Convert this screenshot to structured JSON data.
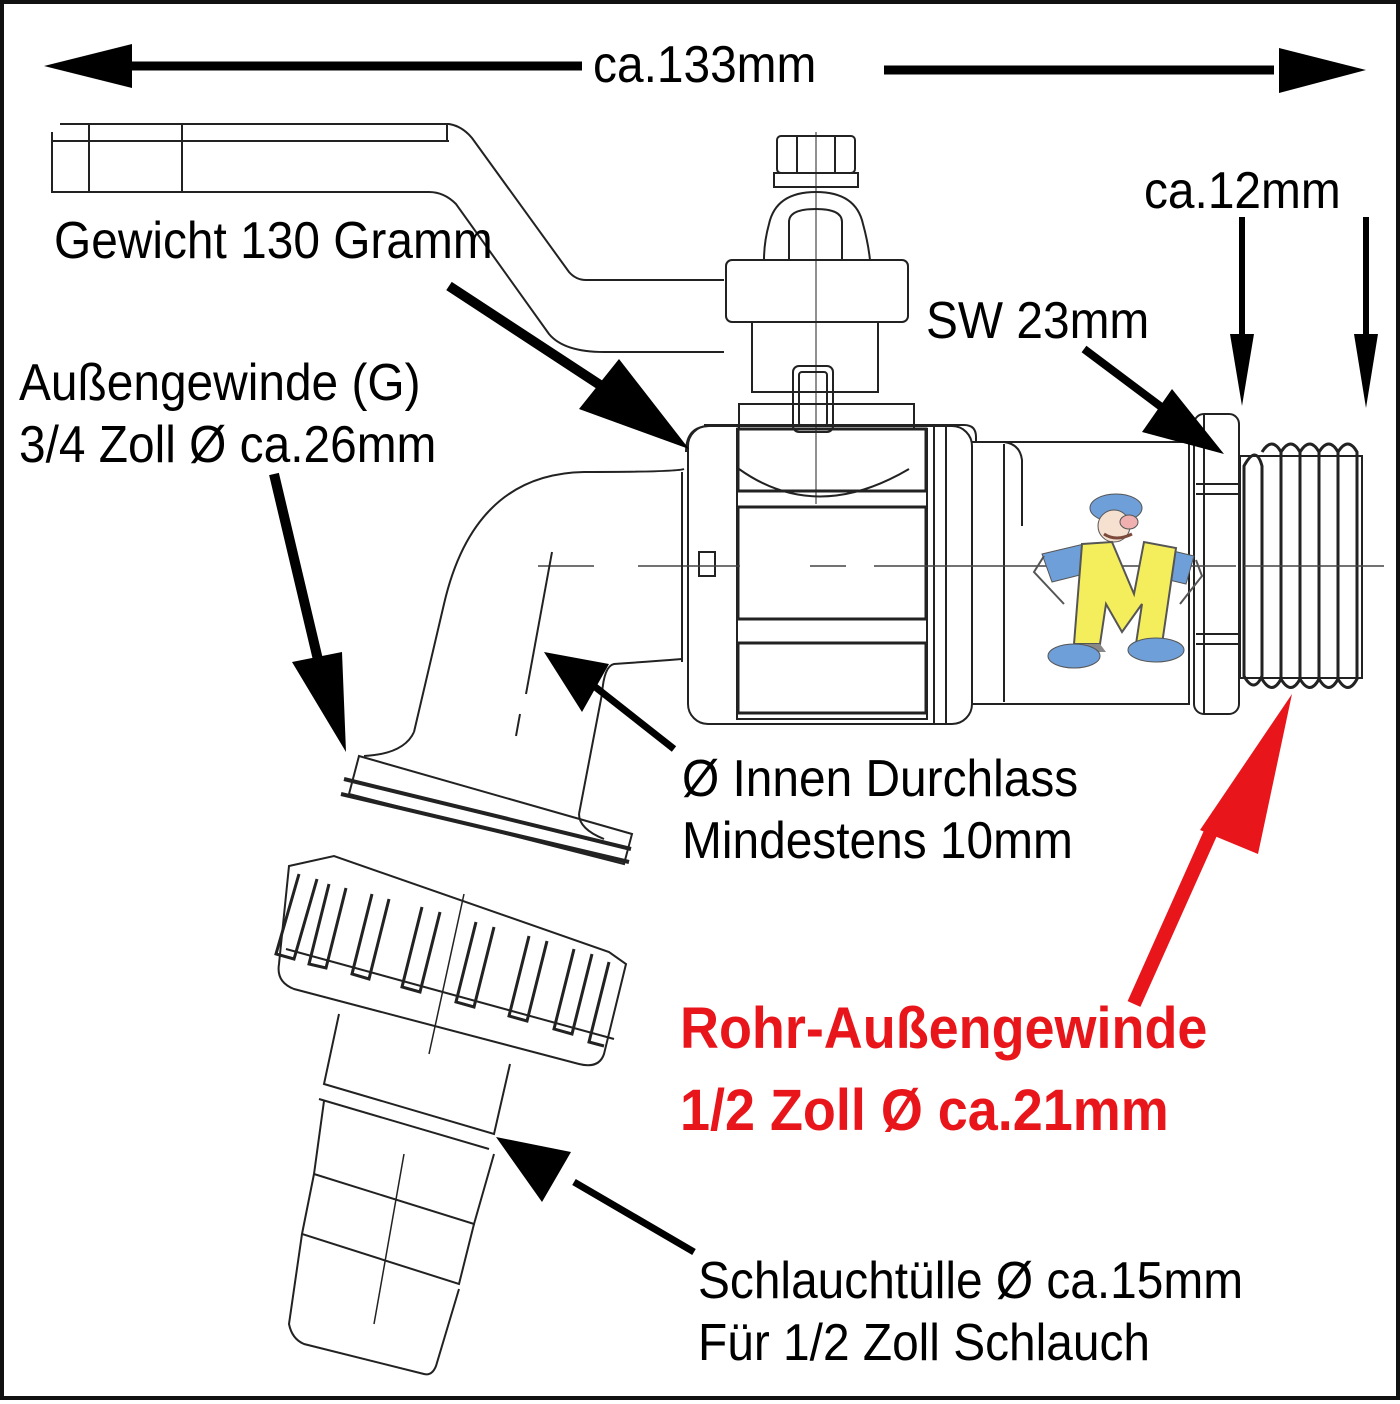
{
  "diagram": {
    "subject": "ball valve tap with hose connector",
    "colors": {
      "line": "#000000",
      "highlight": "#e8161b",
      "background": "#ffffff",
      "mascot_yellow": "#f5ee5c",
      "mascot_blue": "#6f9fd8"
    }
  },
  "dimensions": {
    "overall_length": "ca.133mm",
    "thread_length": "ca.12mm",
    "wrench_size": "SW 23mm"
  },
  "labels": {
    "weight": "Gewicht 130 Gramm",
    "outer_thread_line1": "Außengewinde (G)",
    "outer_thread_line2": "3/4 Zoll Ø ca.26mm",
    "inner_passage_line1": "Ø Innen Durchlass",
    "inner_passage_line2": "Mindestens 10mm",
    "pipe_thread_line1": "Rohr-Außengewinde",
    "pipe_thread_line2": "1/2 Zoll Ø ca.21mm",
    "hose_tail_line1": "Schlauchtülle Ø ca.15mm",
    "hose_tail_line2": "Für 1/2 Zoll Schlauch"
  },
  "icons": {
    "logo": "mascot-m-logo"
  }
}
